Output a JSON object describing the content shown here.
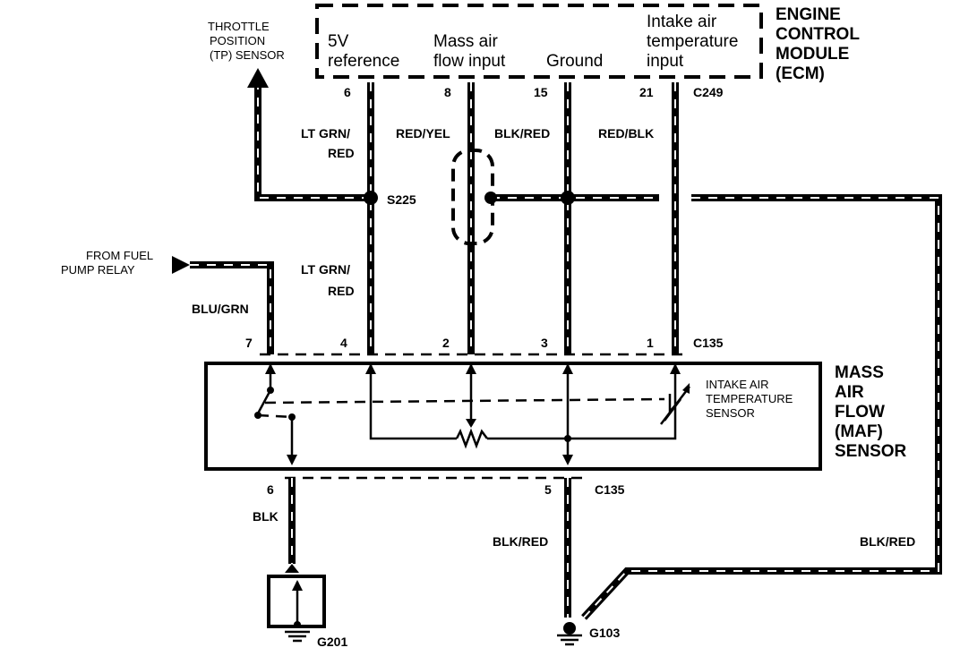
{
  "ecm": {
    "title_lines": [
      "ENGINE",
      "CONTROL",
      "MODULE",
      "(ECM)"
    ],
    "connector": "C249",
    "pins": [
      {
        "pin": "6",
        "func_lines": [
          "5V",
          "reference"
        ],
        "wire": "LT GRN/ RED"
      },
      {
        "pin": "8",
        "func_lines": [
          "Mass air",
          "flow input"
        ],
        "wire": "RED/YEL"
      },
      {
        "pin": "15",
        "func_lines": [
          "Ground"
        ],
        "wire": "BLK/RED"
      },
      {
        "pin": "21",
        "func_lines": [
          "Intake air",
          "temperature",
          "input"
        ],
        "wire": "RED/BLK"
      }
    ]
  },
  "tp_sensor": {
    "lines": [
      "THROTTLE",
      "POSITION",
      "(TP) SENSOR"
    ]
  },
  "splice": "S225",
  "fuel_pump": {
    "lines": [
      "FROM FUEL",
      "PUMP RELAY"
    ],
    "wire": "BLU/GRN"
  },
  "wire_lower_lt_grn": [
    "LT GRN/",
    "RED"
  ],
  "wire_upper_lt_grn": [
    "LT GRN/",
    "RED"
  ],
  "maf": {
    "title_lines": [
      "MASS",
      "AIR",
      "FLOW",
      "(MAF)",
      "SENSOR"
    ],
    "top_connector": "C135",
    "top_pins": [
      "7",
      "4",
      "2",
      "3",
      "1"
    ],
    "bottom_connector": "C135",
    "bottom_pins": [
      "6",
      "5"
    ],
    "iat_lines": [
      "INTAKE AIR",
      "TEMPERATURE",
      "SENSOR"
    ]
  },
  "grounds": {
    "left": {
      "wire": "BLK",
      "name": "G201"
    },
    "right": {
      "wire": "BLK/RED",
      "name": "G103"
    },
    "far_right_wire": "BLK/RED"
  }
}
